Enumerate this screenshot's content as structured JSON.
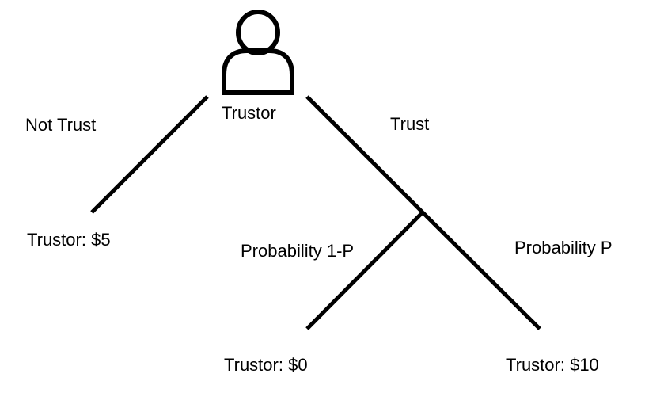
{
  "root": {
    "label": "Trustor",
    "icon": "person-icon"
  },
  "branches": {
    "not_trust": "Not Trust",
    "trust": "Trust",
    "probability_1_minus_p": "Probability 1-P",
    "probability_p": "Probability P"
  },
  "outcomes": {
    "not_trust": "Trustor: $5",
    "trust_fail": "Trustor: $0",
    "trust_success": "Trustor: $10"
  },
  "colors": {
    "stroke": "#000000",
    "text": "#000000",
    "background": "#ffffff"
  }
}
